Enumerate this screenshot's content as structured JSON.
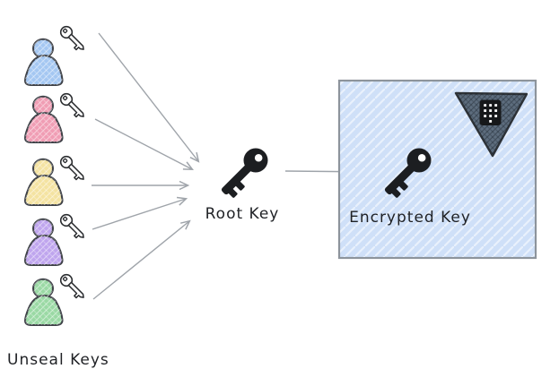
{
  "labels": {
    "unseal_keys": "Unseal Keys",
    "root_key": "Root Key",
    "encrypted_key": "Encrypted Key"
  },
  "unseal_key_holders": [
    {
      "color": "#a4c7f2"
    },
    {
      "color": "#f09db4"
    },
    {
      "color": "#f4e3a1"
    },
    {
      "color": "#bfa5ee"
    },
    {
      "color": "#9ad9a4"
    }
  ],
  "icons": {
    "user": "person-silhouette-icon",
    "unseal_key": "outline-key-icon",
    "root_key": "solid-key-icon",
    "encrypted_key": "solid-key-icon",
    "vault_logo": "inverted-triangle-keypad-icon"
  },
  "colors": {
    "background": "#ffffff",
    "arrow": "#9fa4aa",
    "person_outline": "#3e4147",
    "key_black": "#1c1e21",
    "text": "#1f2125",
    "encrypted_box_fill": "#cfe0f8",
    "encrypted_box_border": "#8d949c",
    "vault_logo_fill": "#5d6d7e",
    "vault_logo_border": "#2e3338"
  }
}
